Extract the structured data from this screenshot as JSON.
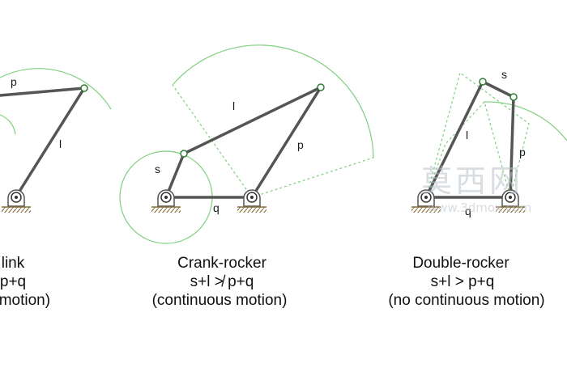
{
  "colors": {
    "link": "#555555",
    "arc": "#7fd07f",
    "joint": "#2e7d32",
    "text": "#111111"
  },
  "panels": [
    {
      "id": "drag-link",
      "link_labels": {
        "p": "p",
        "l": "l"
      },
      "caption": [
        "link",
        "p+q",
        "s motion)"
      ]
    },
    {
      "id": "crank-rocker",
      "link_labels": {
        "s": "s",
        "q": "q",
        "l": "l",
        "p": "p"
      },
      "caption": [
        "Crank-rocker",
        "s+l ≯ p+q",
        "(continuous motion)"
      ]
    },
    {
      "id": "double-rocker",
      "link_labels": {
        "s": "s",
        "l": "l",
        "p": "p",
        "q": "q"
      },
      "caption": [
        "Double-rocker",
        "s+l > p+q",
        "(no continuous motion)"
      ]
    }
  ],
  "watermark": {
    "logo": "莫西网",
    "url": "www.3dmox.com"
  }
}
